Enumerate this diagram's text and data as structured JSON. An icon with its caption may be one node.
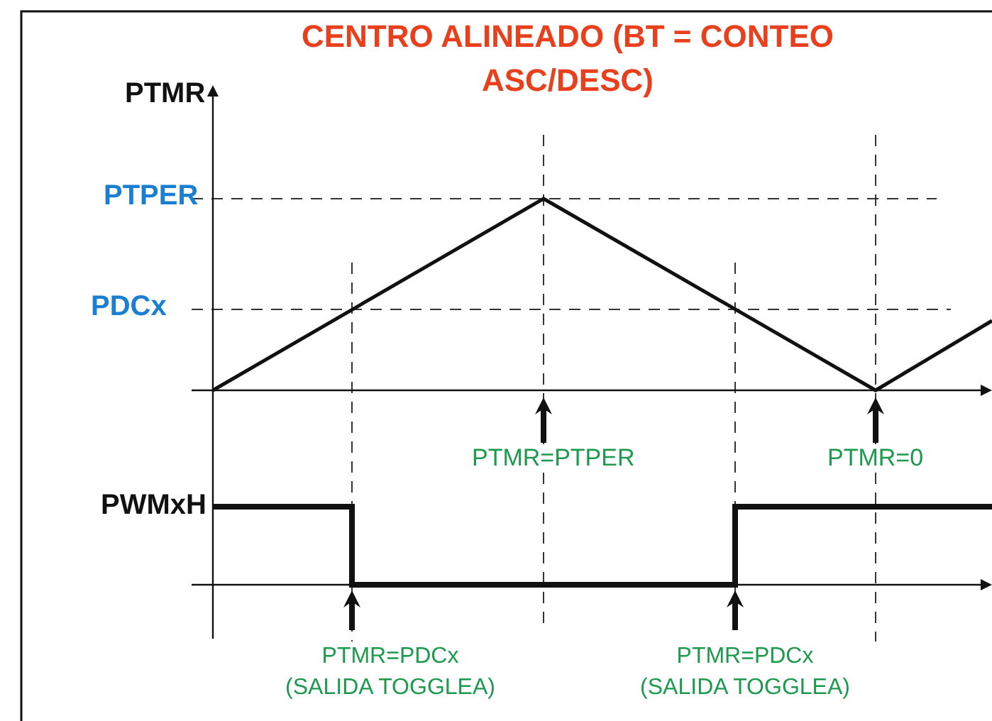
{
  "diagram": {
    "title": "CENTRO ALINEADO (BT = CONTEO ASC/DESC)",
    "labels": [
      "PTMR",
      "PTPER",
      "PDCx",
      "PWMxH",
      "PTMR=PTPER",
      "PTMR=0",
      "PTMR=PDCx (SALIDA TOGGLEA)",
      "PTMR=PDCx (SALIDA TOGGLEA)"
    ]
  }
}
